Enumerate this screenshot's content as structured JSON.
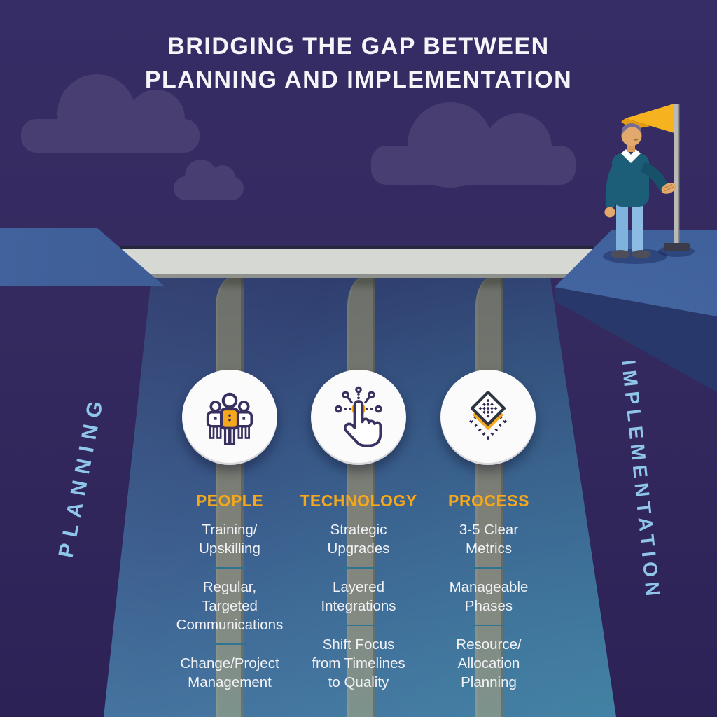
{
  "title": {
    "lines": [
      "BRIDGING THE GAP BETWEEN",
      "PLANNING AND IMPLEMENTATION"
    ]
  },
  "side_labels": {
    "left": "PLANNING",
    "right": "IMPLEMENTATION"
  },
  "columns": [
    {
      "heading": "PEOPLE",
      "icon": "people-icon",
      "items": [
        "Training/\nUpskilling",
        "Regular,\nTargeted\nCommunications",
        "Change/Project\nManagement"
      ]
    },
    {
      "heading": "TECHNOLOGY",
      "icon": "touch-technology-icon",
      "items": [
        "Strategic\nUpgrades",
        "Layered\nIntegrations",
        "Shift Focus\nfrom Timelines\nto Quality"
      ]
    },
    {
      "heading": "PROCESS",
      "icon": "layered-process-icon",
      "items": [
        "3-5 Clear\nMetrics",
        "Manageable\nPhases",
        "Resource/\nAllocation\nPlanning"
      ]
    }
  ],
  "scene": {
    "left_side": "planning cliff",
    "right_side": "implementation cliff with person and goal flag",
    "bridge_pillars": 3
  },
  "colors": {
    "background": "#342a5f",
    "accent_yellow": "#f6a81c",
    "light_blue_label": "#8fc6ea",
    "text_white": "#f2f1f5",
    "divider_teal": "#2f7391",
    "bridge_gray": "#d6d8d4",
    "cloud_purple": "#483e72",
    "cliff_blue": "#3a5791",
    "beam_bottom_blue": "#45739f",
    "icon_outline": "#3a3160"
  }
}
